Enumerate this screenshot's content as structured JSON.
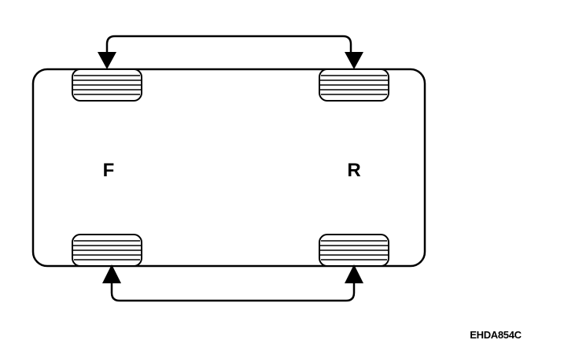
{
  "labels": {
    "front": "F",
    "rear": "R",
    "figure_code": "EHDA854C"
  },
  "colors": {
    "line": "#000000",
    "background": "#ffffff"
  },
  "icons": {
    "front_left_wheel": "tire-icon",
    "rear_left_wheel": "tire-icon",
    "front_right_wheel": "tire-icon",
    "rear_right_wheel": "tire-icon",
    "top_swap": "double-arrow-icon",
    "bottom_swap": "double-arrow-icon"
  }
}
